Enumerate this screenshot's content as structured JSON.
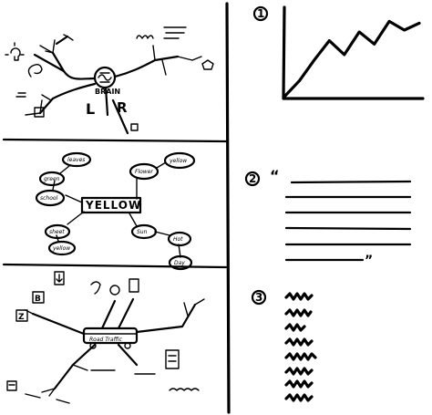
{
  "panels": {
    "brain_map": {
      "center": "BRAIN",
      "letters": [
        "L",
        "R"
      ]
    },
    "word_map": {
      "center": "YELLOW",
      "nodes": [
        "sun",
        "hot",
        "day",
        "school",
        "sheet",
        "flower",
        "green",
        "yellow",
        "leaves"
      ],
      "nodes_raw": [
        "Sun",
        "Hot",
        "Day",
        "Flower",
        "Green"
      ]
    },
    "bus_map": {
      "bus_label": "Road Traffic",
      "box_letters": [
        "B",
        "Z"
      ]
    },
    "graph": {
      "number": "1"
    },
    "text_block": {
      "number": "2",
      "open_quote": "“",
      "close_quote": "”"
    },
    "scribble_list": {
      "number": "3"
    }
  },
  "chart_data": {
    "type": "line",
    "x": [
      0,
      1,
      2,
      3,
      4,
      5,
      6,
      7,
      8,
      9
    ],
    "y": [
      0,
      18,
      42,
      64,
      48,
      74,
      60,
      86,
      76,
      84
    ],
    "title": "",
    "xlabel": "",
    "ylabel": "",
    "ylim": [
      0,
      100
    ],
    "grid": false
  }
}
